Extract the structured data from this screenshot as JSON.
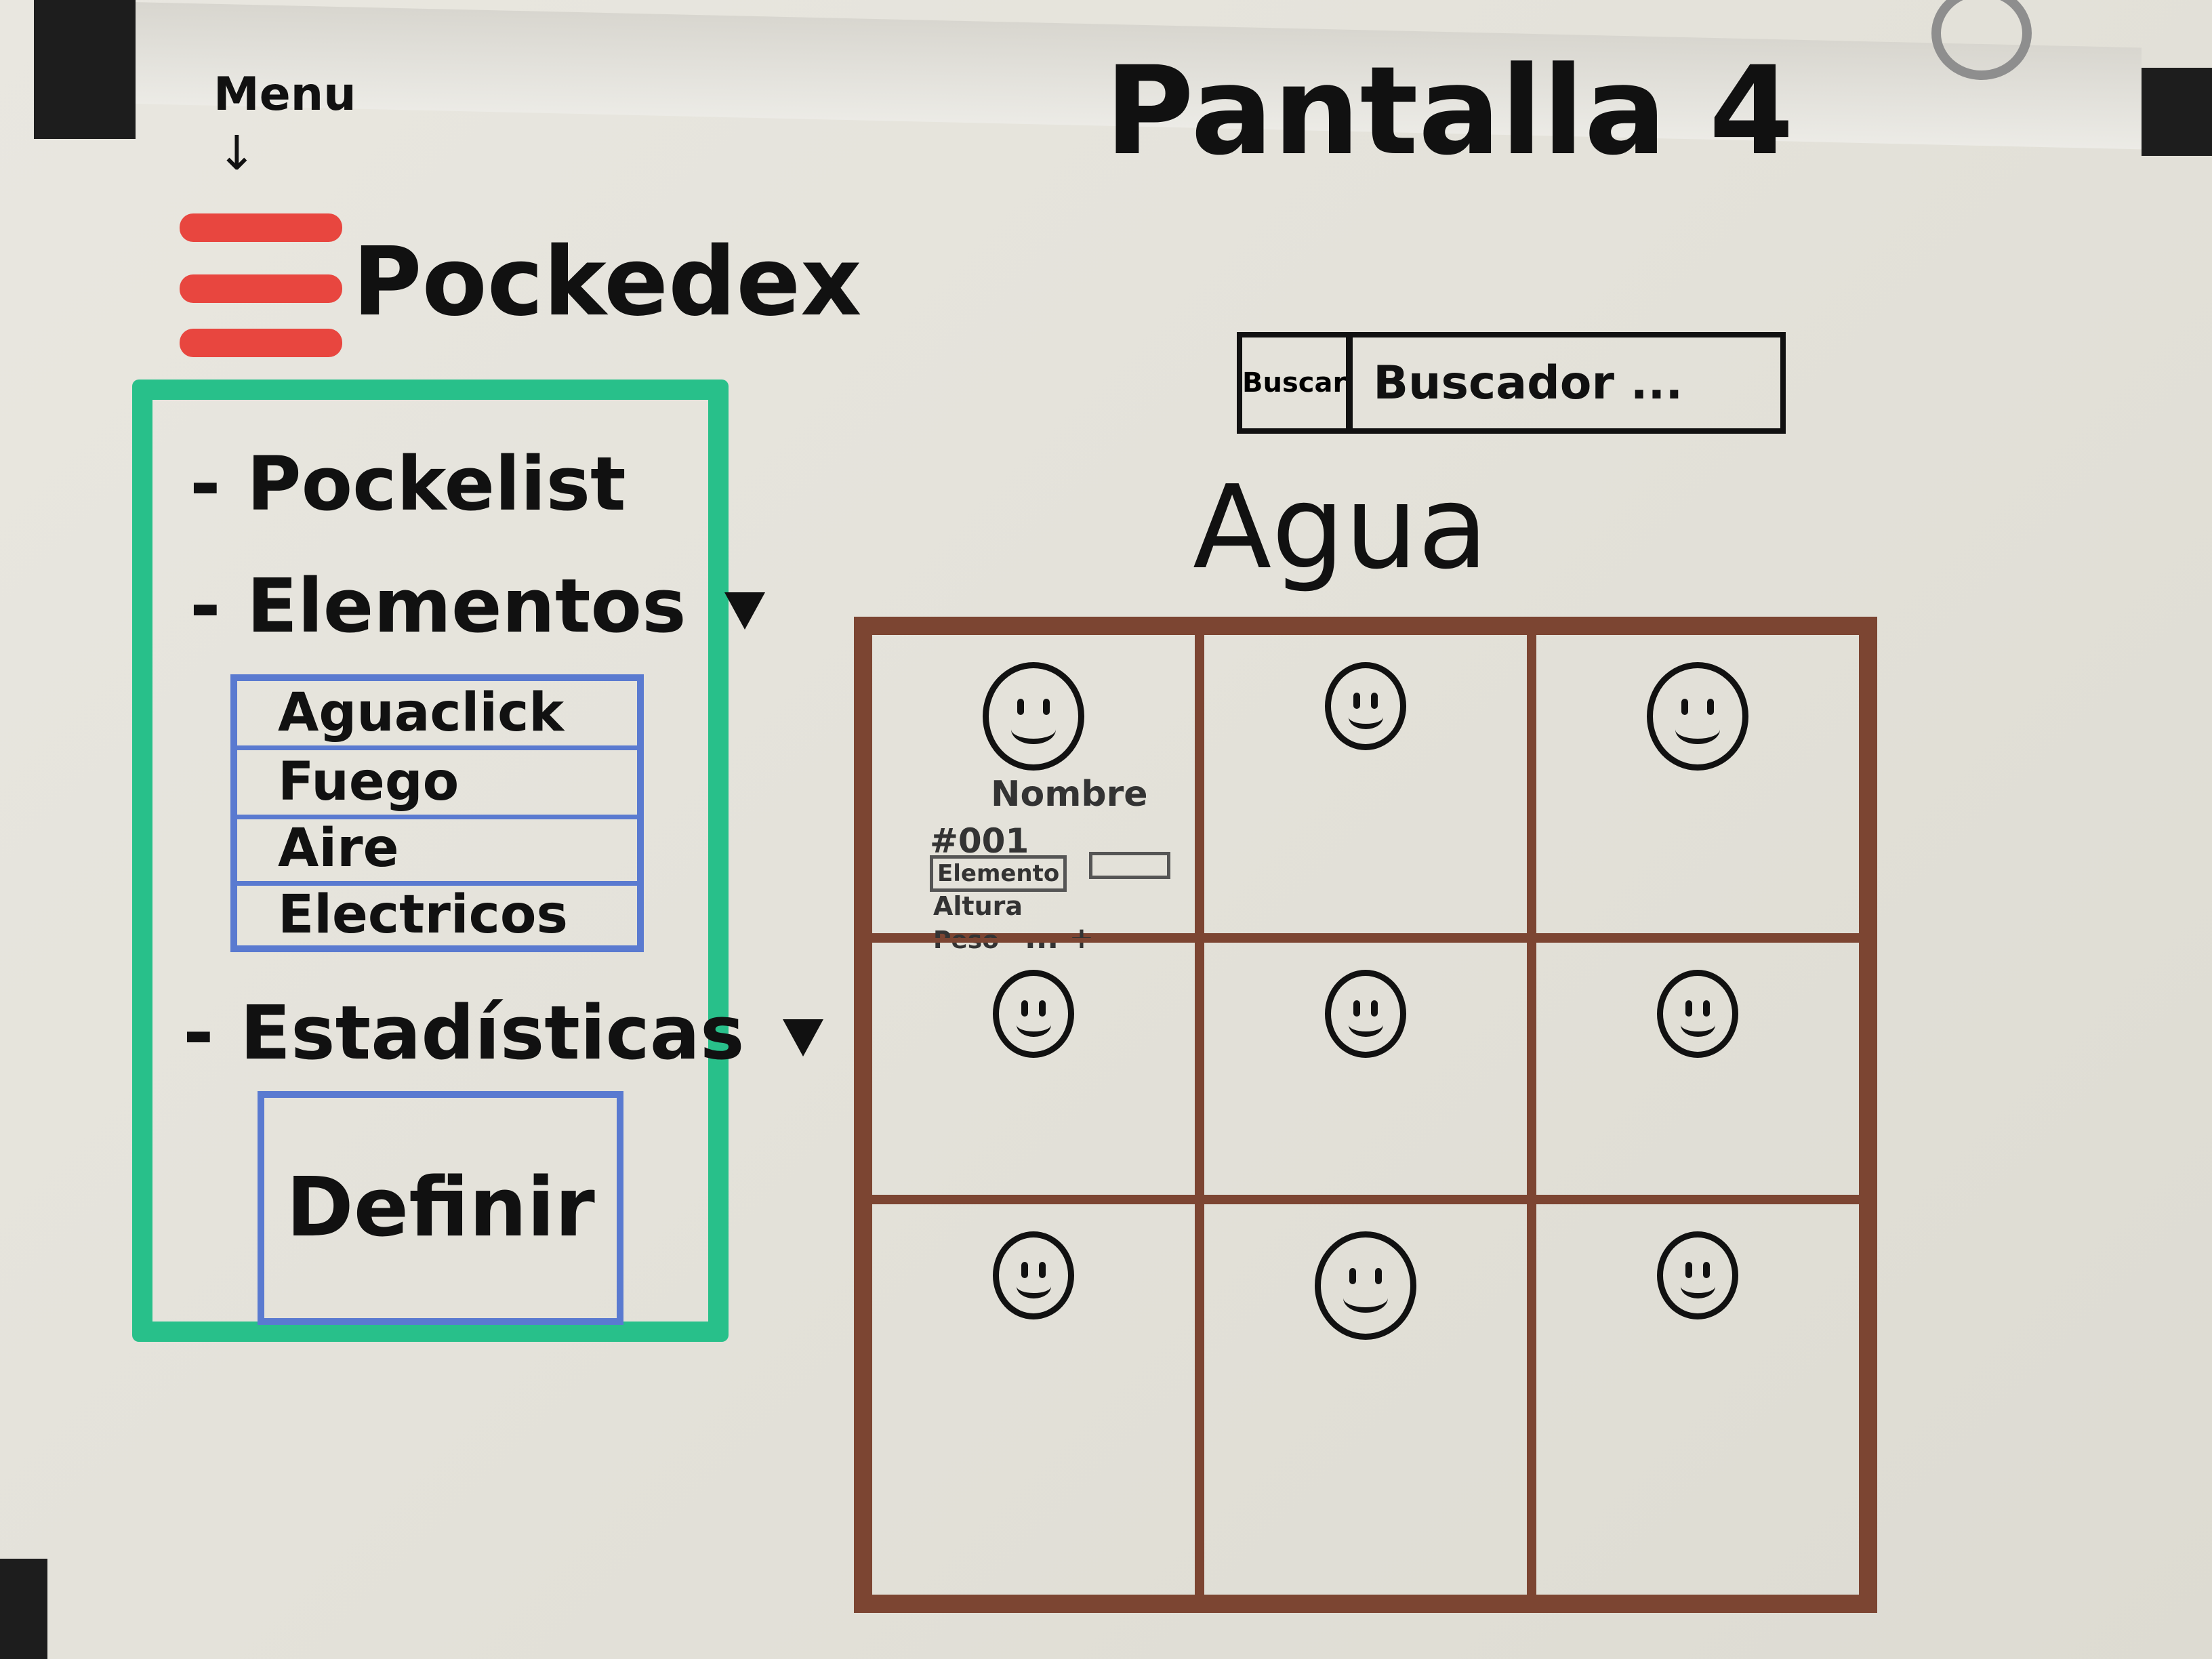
{
  "window": {
    "title": "Pantalla 4"
  },
  "menu": {
    "annotation": "Menu",
    "arrow": "↓"
  },
  "brand": "Pockedex",
  "sidebar": {
    "items": [
      {
        "bullet": "-",
        "label": "Pockelist"
      },
      {
        "bullet": "-",
        "label": "Elementos"
      },
      {
        "bullet": "-",
        "label": "Estadísticas"
      }
    ],
    "elementos_submenu": [
      "Aguaclick",
      "Fuego",
      "Aire",
      "Electricos"
    ],
    "estadisticas_button": "Definir"
  },
  "search": {
    "button_label": "Buscar",
    "placeholder": "Buscador ..."
  },
  "section_title": "Agua",
  "grid": {
    "rows": 3,
    "columns": 3,
    "first_card": {
      "name": "Nombre",
      "number": "#001",
      "element_label": "Elemento",
      "height_label": "Altura",
      "weight_label": "Peso",
      "more": "... +"
    }
  },
  "colors": {
    "menu_icon": "#e8463f",
    "sidebar_border": "#28c08a",
    "submenu_border": "#5a7ad0",
    "grid_lines": "#7c4532",
    "ink": "#111111"
  }
}
